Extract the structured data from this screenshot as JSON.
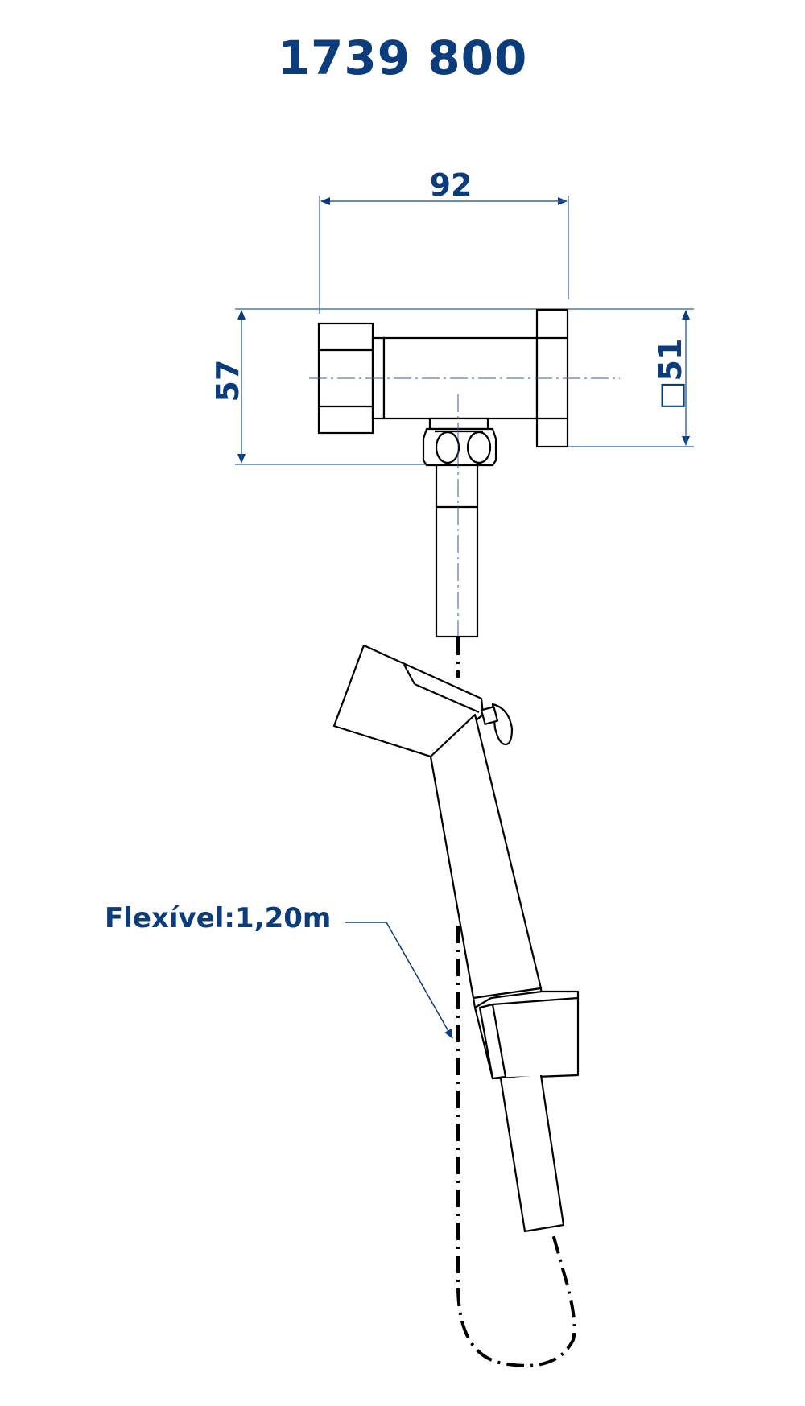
{
  "title": "1739 800",
  "dimensions": {
    "width": "92",
    "height": "57",
    "square": "□51"
  },
  "hose_label": "Flexível:1,20m",
  "colors": {
    "annotation": "#0b3d7d",
    "outline": "#000000",
    "dimension_line": "#2b5da6"
  }
}
